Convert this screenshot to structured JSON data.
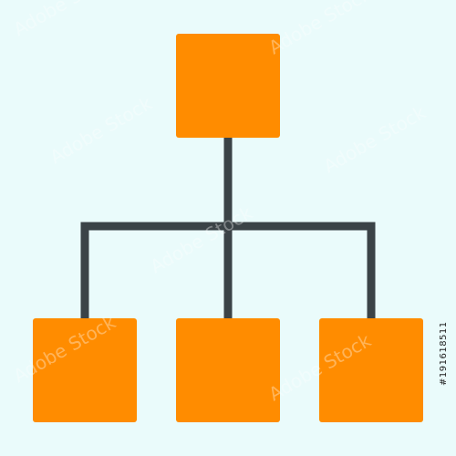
{
  "diagram": {
    "kind": "hierarchy-icon",
    "node_color": "#ff8c00",
    "connector_color": "#3b4347",
    "background_color": "#eafbfb",
    "nodes": [
      {
        "id": "root",
        "level": 0
      },
      {
        "id": "child-left",
        "level": 1
      },
      {
        "id": "child-center",
        "level": 1
      },
      {
        "id": "child-right",
        "level": 1
      }
    ]
  },
  "watermark": {
    "text": "Adobe Stock",
    "id_text": "#191618511"
  }
}
